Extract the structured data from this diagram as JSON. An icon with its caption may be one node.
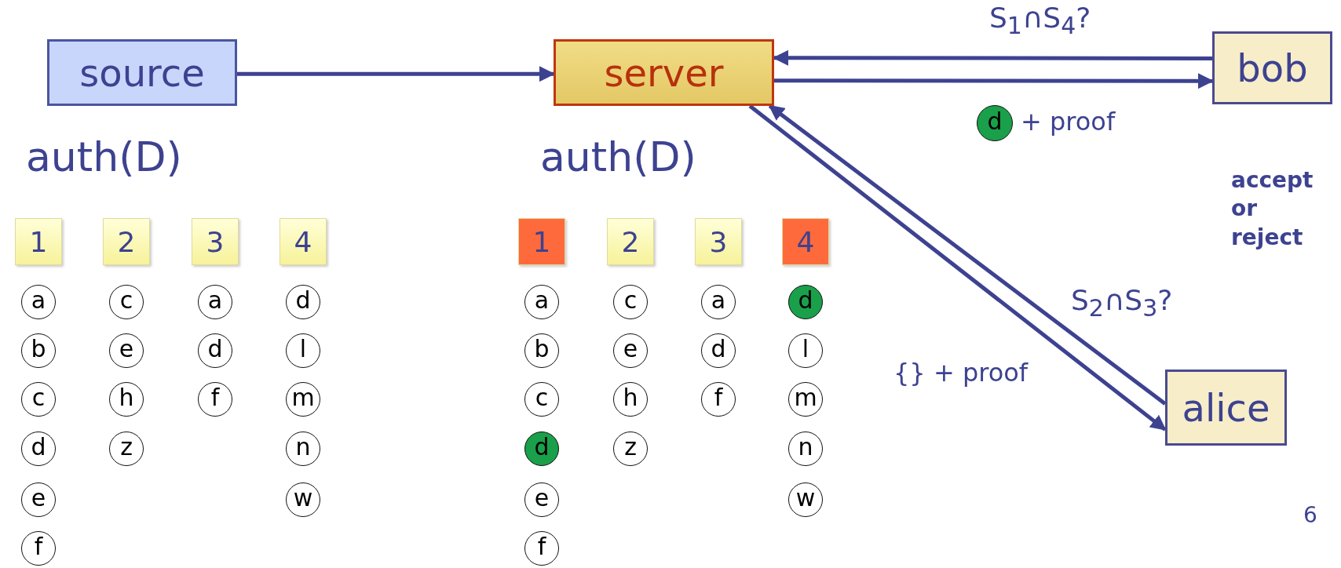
{
  "diagram": {
    "nodes": [
      {
        "text": [
          "source"
        ]
      },
      {
        "text": [
          "server"
        ]
      },
      {
        "text": [
          "bob"
        ]
      },
      {
        "text": [
          "d"
        ]
      },
      {
        "text": [
          "alice"
        ]
      },
      {
        "text": [
          "1"
        ]
      },
      {
        "text": [
          "2"
        ]
      },
      {
        "text": [
          "3"
        ]
      },
      {
        "text": [
          "4"
        ]
      },
      {
        "text": [
          "1"
        ]
      },
      {
        "text": [
          "2"
        ]
      },
      {
        "text": [
          "3"
        ]
      },
      {
        "text": [
          "4"
        ]
      },
      {
        "text": [
          "a"
        ]
      },
      {
        "text": [
          "b"
        ]
      },
      {
        "text": [
          "c"
        ]
      },
      {
        "text": [
          "d"
        ]
      },
      {
        "text": [
          "e"
        ]
      },
      {
        "text": [
          "f"
        ]
      },
      {
        "text": [
          "c"
        ]
      },
      {
        "text": [
          "e"
        ]
      },
      {
        "text": [
          "h"
        ]
      },
      {
        "text": [
          "z"
        ]
      },
      {
        "text": [
          "a"
        ]
      },
      {
        "text": [
          "d"
        ]
      },
      {
        "text": [
          "f"
        ]
      },
      {
        "text": [
          "d"
        ]
      },
      {
        "text": [
          "l"
        ]
      },
      {
        "text": [
          "m"
        ]
      },
      {
        "text": [
          "n"
        ]
      },
      {
        "text": [
          "w"
        ]
      },
      {
        "text": [
          "a"
        ]
      },
      {
        "text": [
          "b"
        ]
      },
      {
        "text": [
          "c"
        ]
      },
      {
        "text": [
          "d"
        ]
      },
      {
        "text": [
          "e"
        ]
      },
      {
        "text": [
          "f"
        ]
      },
      {
        "text": [
          "c"
        ]
      },
      {
        "text": [
          "e"
        ]
      },
      {
        "text": [
          "h"
        ]
      },
      {
        "text": [
          "z"
        ]
      },
      {
        "text": [
          "a"
        ]
      },
      {
        "text": [
          "d"
        ]
      },
      {
        "text": [
          "f"
        ]
      },
      {
        "text": [
          "d"
        ]
      },
      {
        "text": [
          "l"
        ]
      },
      {
        "text": [
          "m"
        ]
      },
      {
        "text": [
          "n"
        ]
      },
      {
        "text": [
          "w"
        ]
      }
    ],
    "edges": [
      {
        "from": 0,
        "to": 1,
        "arrow": "to"
      },
      {
        "from": 2,
        "to": 1,
        "arrow": "to",
        "label": "S$_{1}$∩S$_{4}$?"
      },
      {
        "from": 1,
        "to": 2,
        "arrow": "to",
        "label": "+ proof"
      },
      {
        "from": 4,
        "to": 1,
        "arrow": "to",
        "label": "S$_{2}$∩S$_{3}$?"
      },
      {
        "from": 1,
        "to": 4,
        "arrow": "to",
        "label": "{} + proof"
      }
    ],
    "labels": [
      "auth(D)",
      "auth(D)",
      "accept or reject",
      "6"
    ]
  }
}
